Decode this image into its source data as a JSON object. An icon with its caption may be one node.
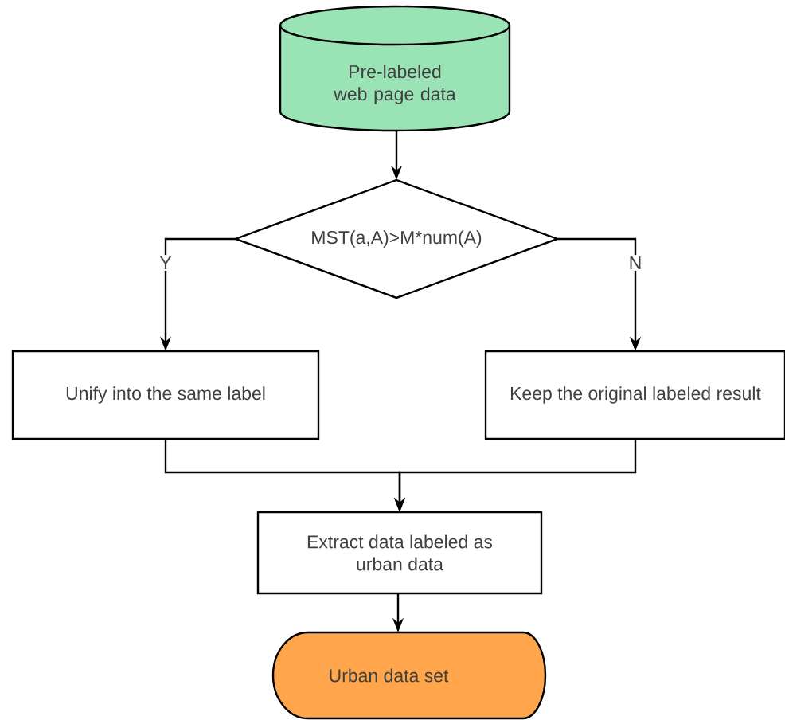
{
  "diagram": {
    "nodes": [
      {
        "text": [
          "Pre-labeled web page data"
        ]
      },
      {
        "text": [
          "MST(a,A)>M*num(A)"
        ]
      },
      {
        "text": [
          "Unify into the same label"
        ]
      },
      {
        "text": [
          "Keep the original labeled result"
        ]
      },
      {
        "text": [
          "Extract data labeled as urban data"
        ]
      },
      {
        "text": [
          "Urban data set"
        ]
      }
    ],
    "edges": [
      {
        "from": 0,
        "to": 1,
        "arrow": "to"
      },
      {
        "from": 1,
        "to": 2,
        "arrow": "to",
        "label": "Y"
      },
      {
        "from": 1,
        "to": 3,
        "arrow": "to",
        "label": "N"
      },
      {
        "from": 2,
        "to": 4,
        "arrow": "to"
      },
      {
        "from": 3,
        "to": 4,
        "arrow": "to"
      },
      {
        "from": 4,
        "to": 5,
        "arrow": "to"
      }
    ]
  }
}
